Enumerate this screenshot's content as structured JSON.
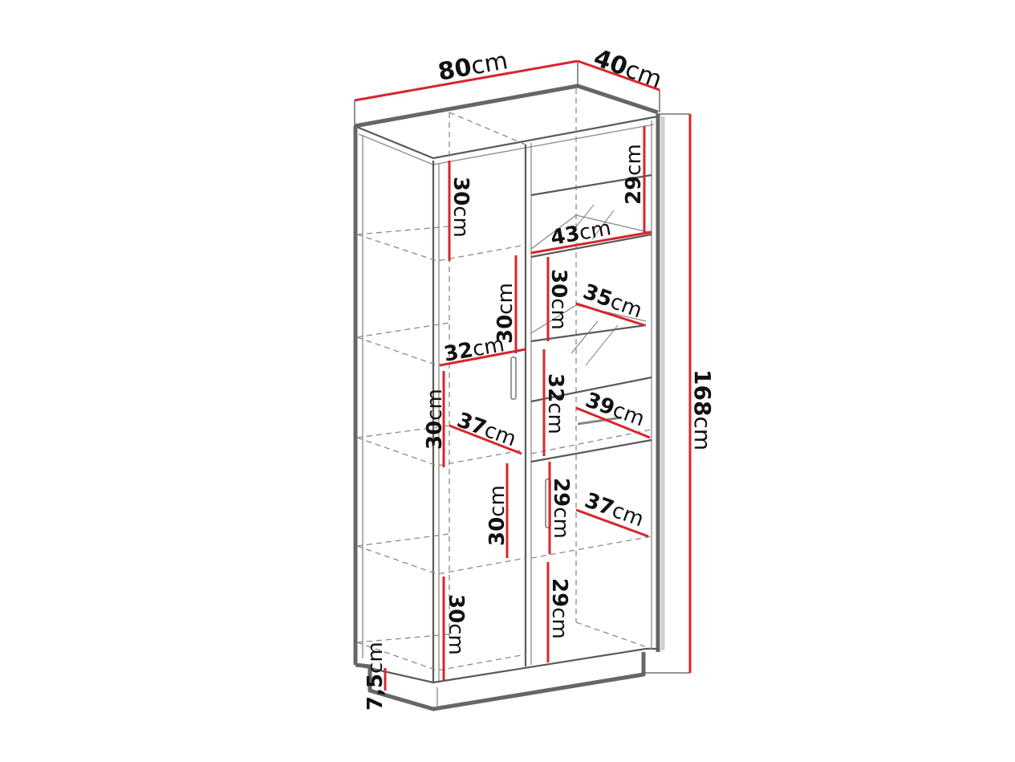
{
  "diagram": {
    "subject": "Two-door display cabinet (vitrine) with glass upper section – dimension drawing",
    "colors": {
      "dimension_line": "#d7262c",
      "outline": "#5a5a5a",
      "background": "#ffffff"
    },
    "overall": {
      "width": {
        "num": "80",
        "unit": "cm"
      },
      "depth": {
        "num": "40",
        "unit": "cm"
      },
      "height": {
        "num": "168",
        "unit": "cm"
      },
      "plinth": {
        "num": "7,5",
        "unit": "cm"
      }
    },
    "left_section": {
      "compartment_heights": [
        {
          "num": "30",
          "unit": "cm"
        },
        {
          "num": "30",
          "unit": "cm"
        },
        {
          "num": "30",
          "unit": "cm"
        },
        {
          "num": "30",
          "unit": "cm"
        },
        {
          "num": "30",
          "unit": "cm"
        }
      ],
      "shelf_depths": [
        {
          "num": "32",
          "unit": "cm"
        },
        {
          "num": "37",
          "unit": "cm"
        }
      ]
    },
    "right_section": {
      "compartment_heights": [
        {
          "num": "29",
          "unit": "cm"
        },
        {
          "num": "30",
          "unit": "cm"
        },
        {
          "num": "32",
          "unit": "cm"
        },
        {
          "num": "29",
          "unit": "cm"
        },
        {
          "num": "29",
          "unit": "cm"
        }
      ],
      "shelf_depths": [
        {
          "num": "43",
          "unit": "cm"
        },
        {
          "num": "35",
          "unit": "cm"
        },
        {
          "num": "39",
          "unit": "cm"
        },
        {
          "num": "37",
          "unit": "cm"
        }
      ]
    }
  }
}
